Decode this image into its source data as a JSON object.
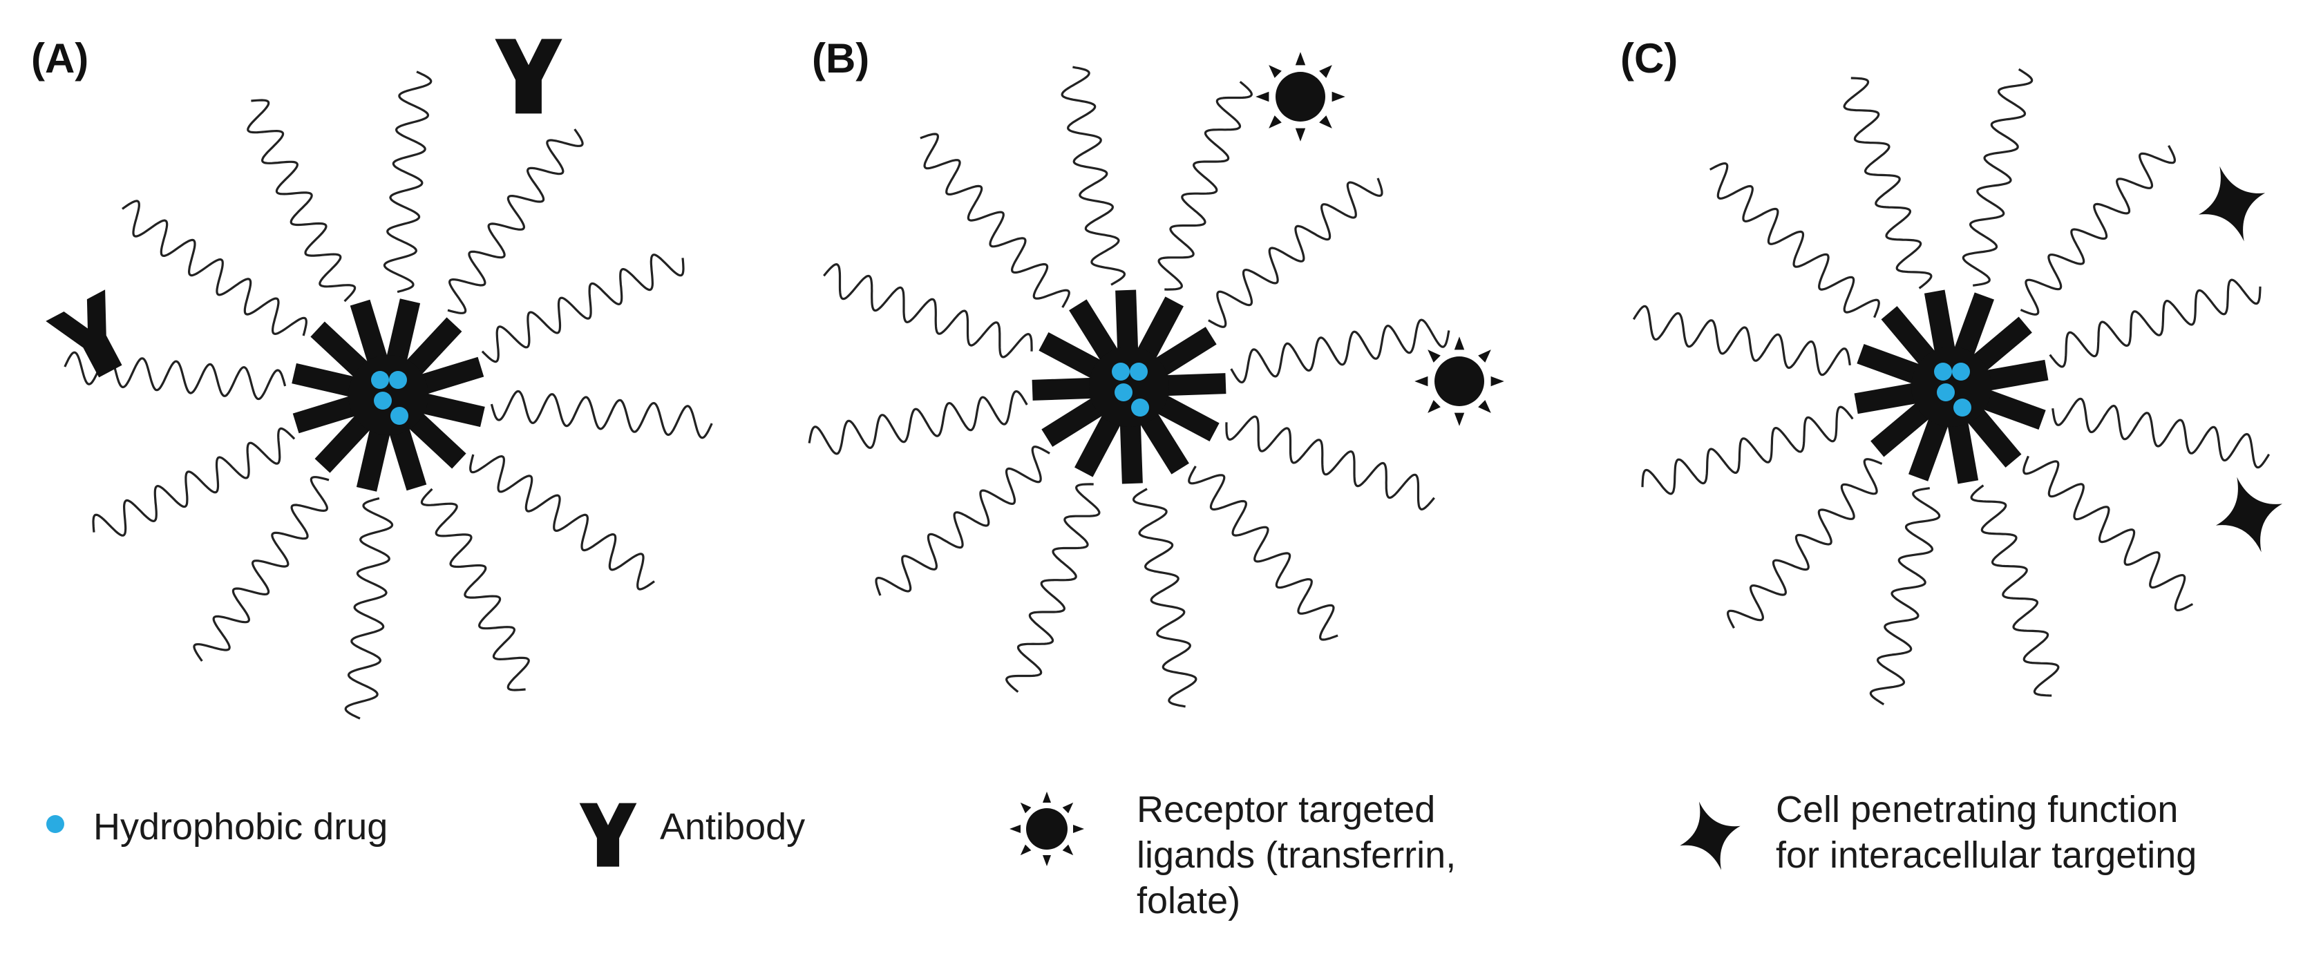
{
  "panels": [
    {
      "label": "(A)",
      "ligand": "antibody-icon"
    },
    {
      "label": "(B)",
      "ligand": "sun-icon"
    },
    {
      "label": "(C)",
      "ligand": "star-icon"
    }
  ],
  "legend": {
    "drug": {
      "text": "Hydrophobic drug",
      "icon": "blue-dot-icon"
    },
    "antibody": {
      "text": "Antibody",
      "icon": "antibody-icon"
    },
    "receptor": {
      "lines": [
        "Receptor targeted",
        "ligands (transferrin,",
        "folate)"
      ],
      "icon": "sun-icon"
    },
    "cell": {
      "lines": [
        "Cell penetrating function",
        "for interacellular targeting"
      ],
      "icon": "star-icon"
    }
  },
  "colors": {
    "drug": "#29abe2",
    "ink": "#111111",
    "chain": "#222222"
  }
}
